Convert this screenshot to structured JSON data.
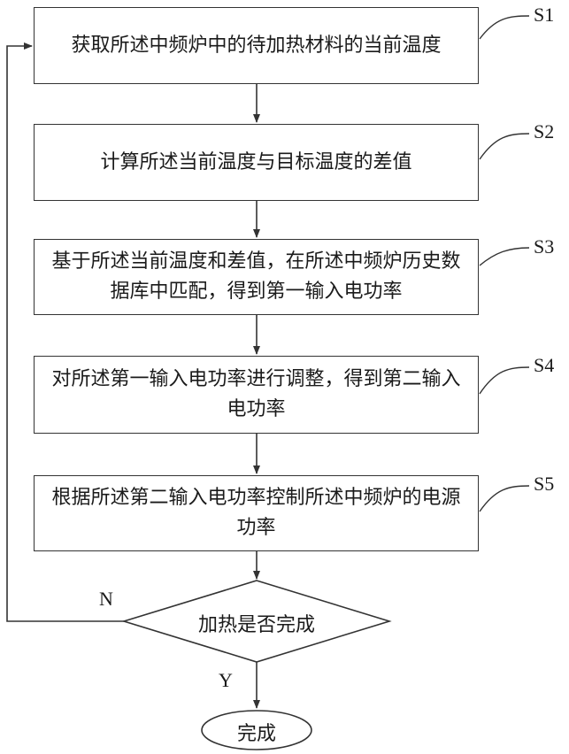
{
  "steps": [
    {
      "id": "S1",
      "text": "获取所述中频炉中的待加热材料的当前温度"
    },
    {
      "id": "S2",
      "text": "计算所述当前温度与目标温度的差值"
    },
    {
      "id": "S3",
      "text": "基于所述当前温度和差值，在所述中频炉历史数据库中匹配，得到第一输入电功率"
    },
    {
      "id": "S4",
      "text": "对所述第一输入电功率进行调整，得到第二输入电功率"
    },
    {
      "id": "S5",
      "text": "根据所述第二输入电功率控制所述中频炉的电源功率"
    }
  ],
  "decision": {
    "text": "加热是否完成",
    "no_label": "N",
    "yes_label": "Y"
  },
  "end": {
    "text": "完成"
  },
  "colors": {
    "stroke": "#333333",
    "text": "#1a1a1a",
    "background": "#ffffff"
  }
}
